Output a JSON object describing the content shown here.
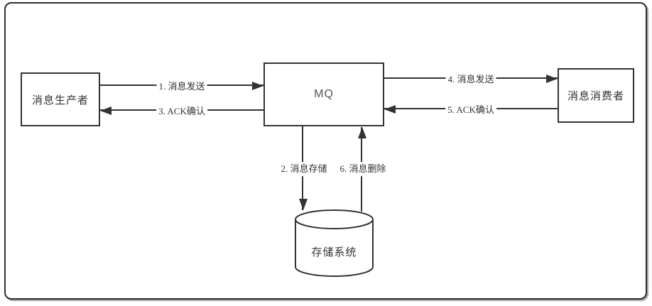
{
  "diagram": {
    "title": "MQ message flow diagram",
    "nodes": {
      "producer": {
        "label": "消息生产者"
      },
      "mq": {
        "label": "MQ"
      },
      "consumer": {
        "label": "消息消费者"
      },
      "storage": {
        "label": "存储系统",
        "shape": "cylinder"
      }
    },
    "edges": {
      "e1": {
        "label": "1. 消息发送",
        "from": "producer",
        "to": "mq",
        "direction": "right"
      },
      "e2": {
        "label": "2. 消息存储",
        "from": "mq",
        "to": "storage",
        "direction": "down"
      },
      "e3": {
        "label": "3. ACK确认",
        "from": "mq",
        "to": "producer",
        "direction": "left"
      },
      "e4": {
        "label": "4. 消息发送",
        "from": "mq",
        "to": "consumer",
        "direction": "right"
      },
      "e5": {
        "label": "5. ACK确认",
        "from": "consumer",
        "to": "mq",
        "direction": "left"
      },
      "e6": {
        "label": "6. 消息删除",
        "from": "storage",
        "to": "mq",
        "direction": "up"
      }
    },
    "colors": {
      "line": "#333333",
      "text": "#333333",
      "background": "#ffffff",
      "mq_text": "#555555"
    }
  }
}
